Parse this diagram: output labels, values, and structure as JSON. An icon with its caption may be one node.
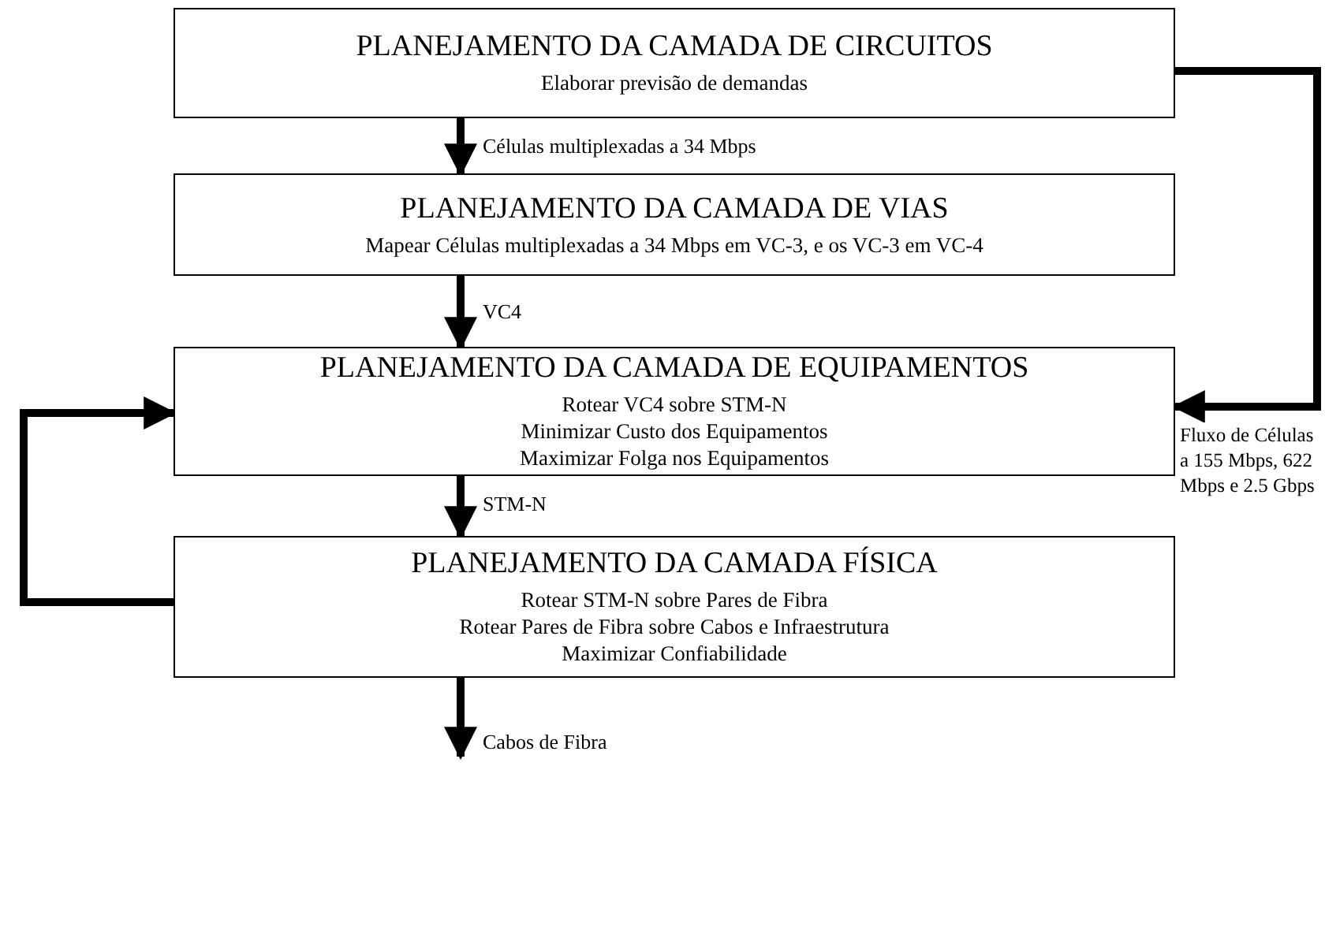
{
  "diagram": {
    "nodes": [
      {
        "text": [
          "PLANEJAMENTO DA CAMADA DE CIRCUITOS",
          "Elaborar previsão de demandas"
        ]
      },
      {
        "text": [
          "PLANEJAMENTO DA CAMADA DE VIAS",
          "Mapear Células multiplexadas a 34 Mbps em VC-3, e os VC-3 em VC-4"
        ]
      },
      {
        "text": [
          "PLANEJAMENTO DA CAMADA DE EQUIPAMENTOS",
          "Rotear VC4 sobre STM-N",
          "Minimizar Custo dos Equipamentos",
          "Maximizar Folga nos Equipamentos"
        ]
      },
      {
        "text": [
          "PLANEJAMENTO DA CAMADA FÍSICA",
          "Rotear STM-N sobre Pares de Fibra",
          "Rotear Pares de Fibra sobre Cabos e Infraestrutura",
          "Maximizar Confiabilidade"
        ]
      }
    ],
    "edges": [
      {
        "from": 0,
        "to": 1,
        "arrow": "to",
        "label": "Células multiplexadas a 34 Mbps"
      },
      {
        "from": 1,
        "to": 2,
        "arrow": "to",
        "label": "VC4"
      },
      {
        "from": 2,
        "to": 3,
        "arrow": "to",
        "label": "STM-N"
      },
      {
        "from": 3,
        "to": null,
        "arrow": "to",
        "label": "Cabos de Fibra"
      },
      {
        "from": 0,
        "to": 2,
        "arrow": "to",
        "label": "Fluxo de Células a 155 Mbps, 622 Mbps e 2.5 Gbps"
      },
      {
        "from": 3,
        "to": 2,
        "arrow": "to"
      }
    ]
  }
}
